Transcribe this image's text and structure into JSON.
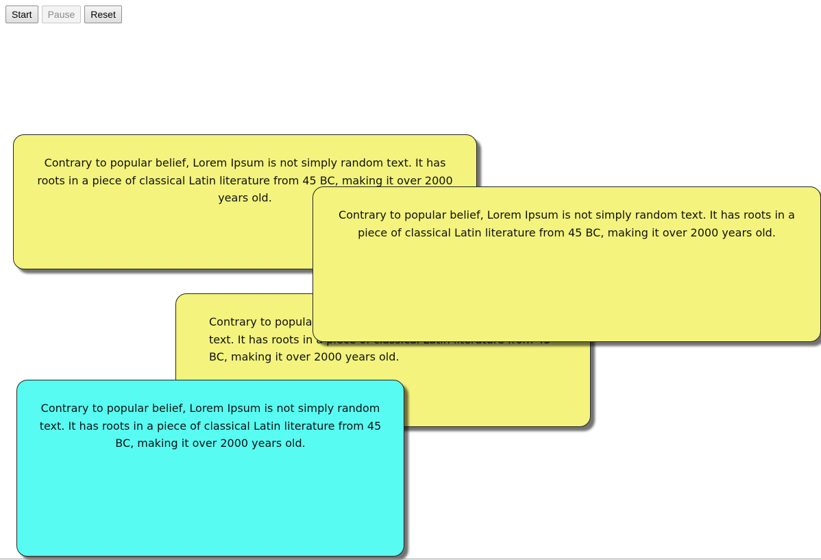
{
  "toolbar": {
    "start_label": "Start",
    "pause_label": "Pause",
    "reset_label": "Reset"
  },
  "colors": {
    "note_yellow": "#f3f37e",
    "note_cyan": "#58fbf2"
  },
  "notes": [
    {
      "text": "Contrary to popular belief, Lorem Ipsum is not simply random text. It has roots in a piece of classical Latin literature from 45 BC, making it over 2000 years old.",
      "color": "#f3f37e"
    },
    {
      "text": "Contrary to popular belief, Lorem Ipsum is not simply random text. It has roots in a piece of classical Latin literature from 45 BC, making it over 2000 years old.",
      "color": "#f3f37e"
    },
    {
      "text": "Contrary to popular belief, Lorem Ipsum is not simply random text. It has roots in a piece of classical Latin literature from 45 BC, making it over 2000 years old.",
      "color": "#f3f37e"
    },
    {
      "text": "Contrary to popular belief, Lorem Ipsum is not simply random text. It has roots in a piece of classical Latin literature from 45 BC, making it over 2000 years old.",
      "color": "#58fbf2"
    }
  ]
}
